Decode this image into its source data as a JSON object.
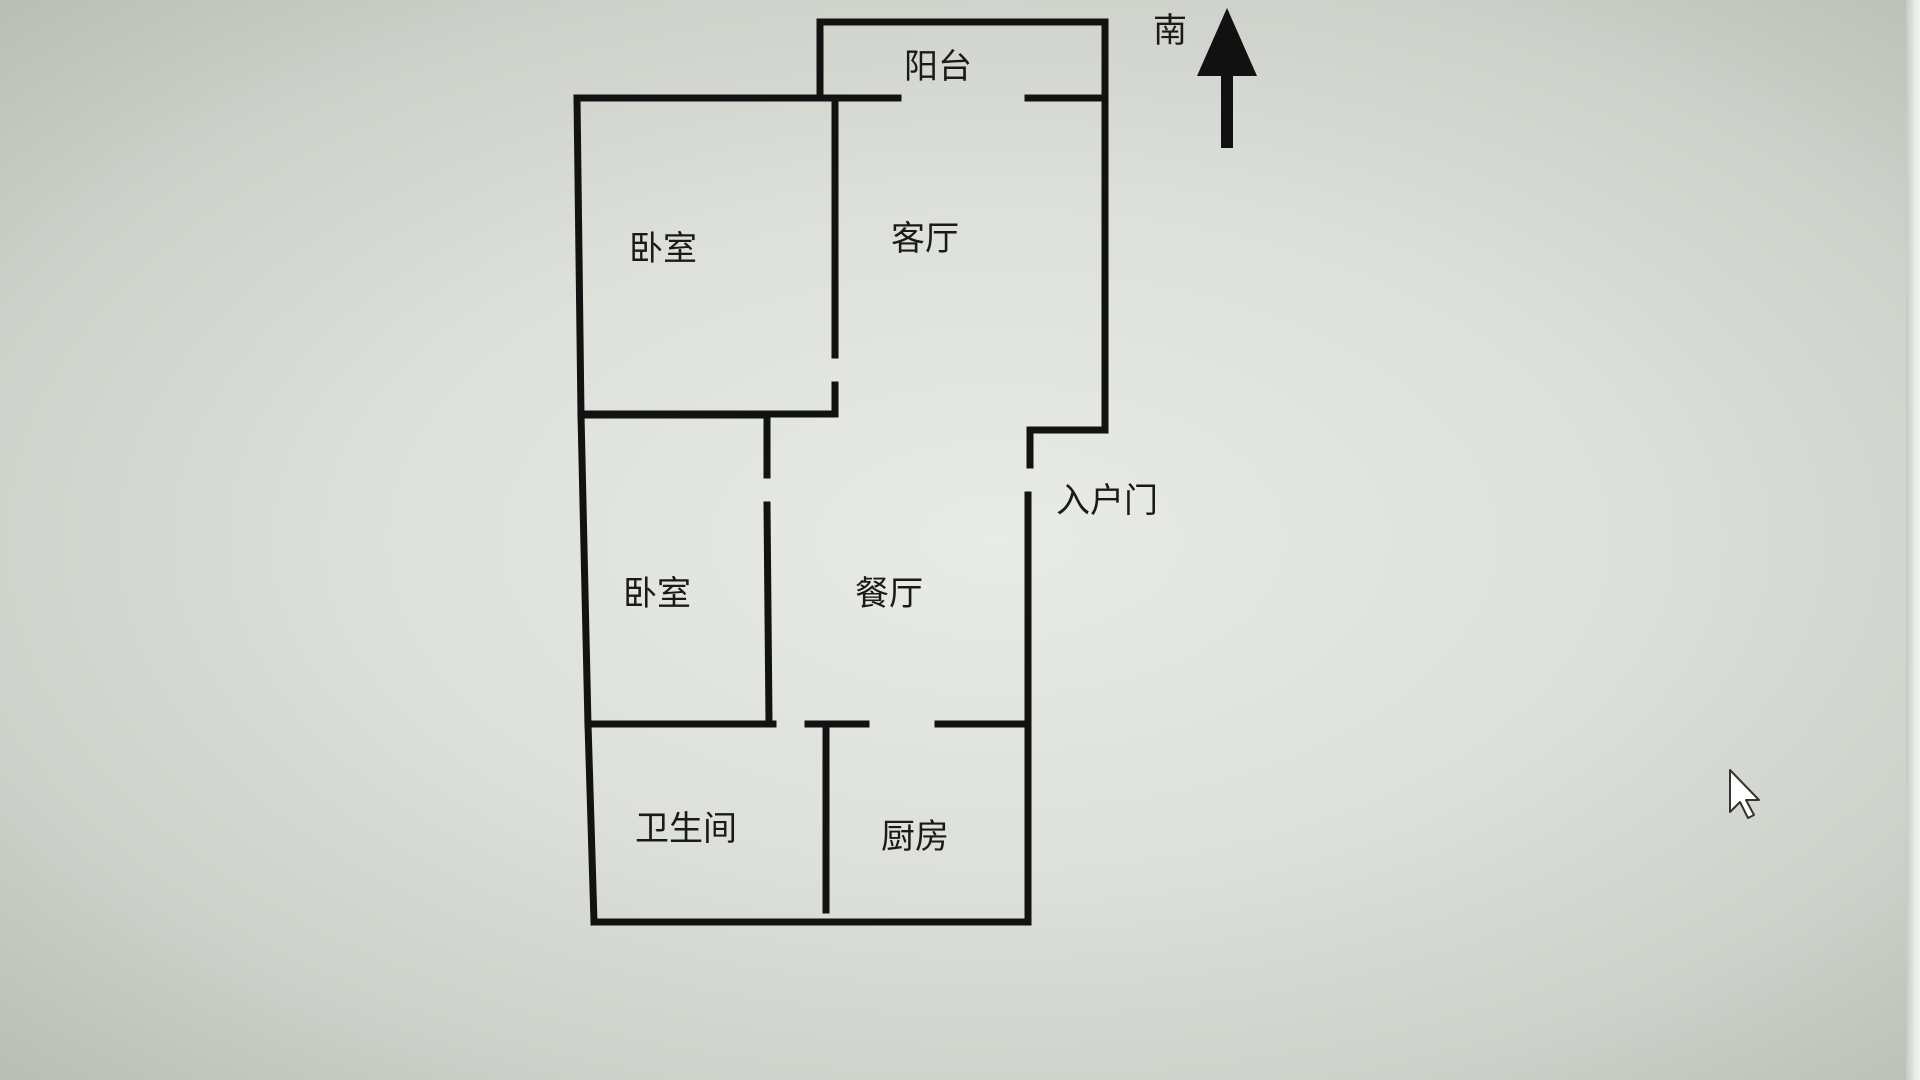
{
  "rooms": {
    "balcony": "阳台",
    "living_room": "客厅",
    "bedroom_north": "卧室",
    "bedroom_south": "卧室",
    "dining_room": "餐厅",
    "bathroom": "卫生间",
    "kitchen": "厨房"
  },
  "entrance_label": "入户门",
  "compass": {
    "direction_label": "南",
    "icon": "arrow-up-icon"
  },
  "cursor": {
    "icon": "mouse-pointer-icon"
  },
  "colors": {
    "wall": "#121212",
    "background": "#dde0da"
  }
}
